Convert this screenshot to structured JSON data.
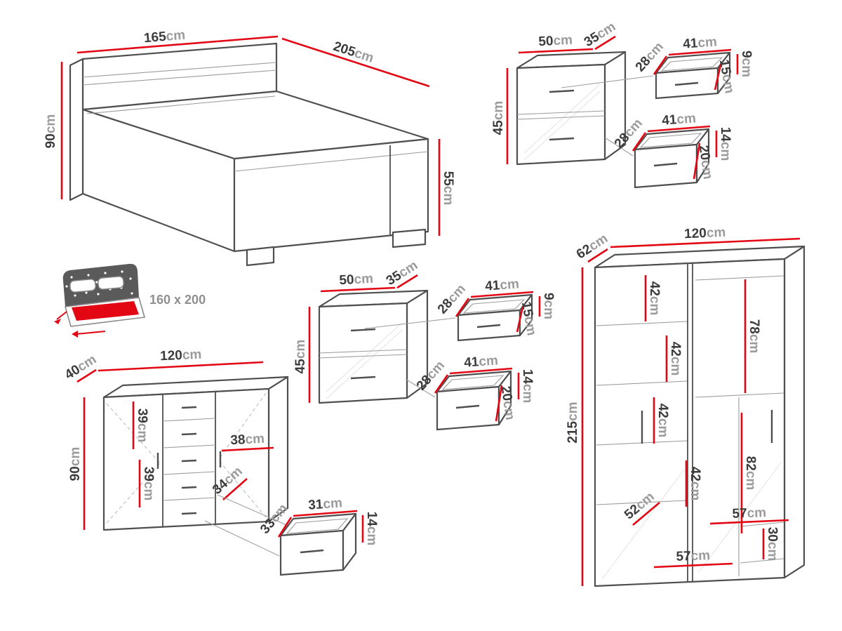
{
  "colors": {
    "dimension_red": "#e30613",
    "outline_gray": "#4f4f4f",
    "label_dark": "#3c3c3c",
    "unit_gray": "#9b9b9b"
  },
  "bed": {
    "width": "165cm",
    "length": "205cm",
    "height": "90cm",
    "side_height": "55cm",
    "mattress_size": "160 x 200"
  },
  "nightstand_a": {
    "width": "50cm",
    "depth": "35cm",
    "height": "45cm",
    "top_drawer": {
      "depth": "28cm",
      "width": "41cm",
      "front_height": "9cm",
      "inner_height": "15cm"
    },
    "bottom_drawer": {
      "depth": "28cm",
      "width": "41cm",
      "front_height": "14cm",
      "inner_height": "20cm"
    }
  },
  "nightstand_b": {
    "width": "50cm",
    "depth": "35cm",
    "height": "45cm",
    "top_drawer": {
      "depth": "28cm",
      "width": "41cm",
      "front_height": "9cm",
      "inner_height": "15cm"
    },
    "bottom_drawer": {
      "depth": "28cm",
      "width": "41cm",
      "front_height": "14cm",
      "inner_height": "20cm"
    }
  },
  "dresser": {
    "depth": "40cm",
    "width": "120cm",
    "height": "90cm",
    "door_upper": "39cm",
    "door_lower": "39cm",
    "shelf_width": "38cm",
    "inner_diagonal": "34cm",
    "drawer": {
      "depth": "33cm",
      "width": "31cm",
      "height": "14cm"
    }
  },
  "wardrobe": {
    "depth": "62cm",
    "width": "120cm",
    "height": "215cm",
    "sections": {
      "upper_left": "42cm",
      "hanging_right": "78cm",
      "mid_left_1": "42cm",
      "mid_left_2": "42cm",
      "lower_right": "82cm",
      "lower_left": "42cm",
      "inner_depth": "52cm",
      "right_width": "57cm",
      "bottom_height": "30cm",
      "left_width": "57cm"
    }
  }
}
